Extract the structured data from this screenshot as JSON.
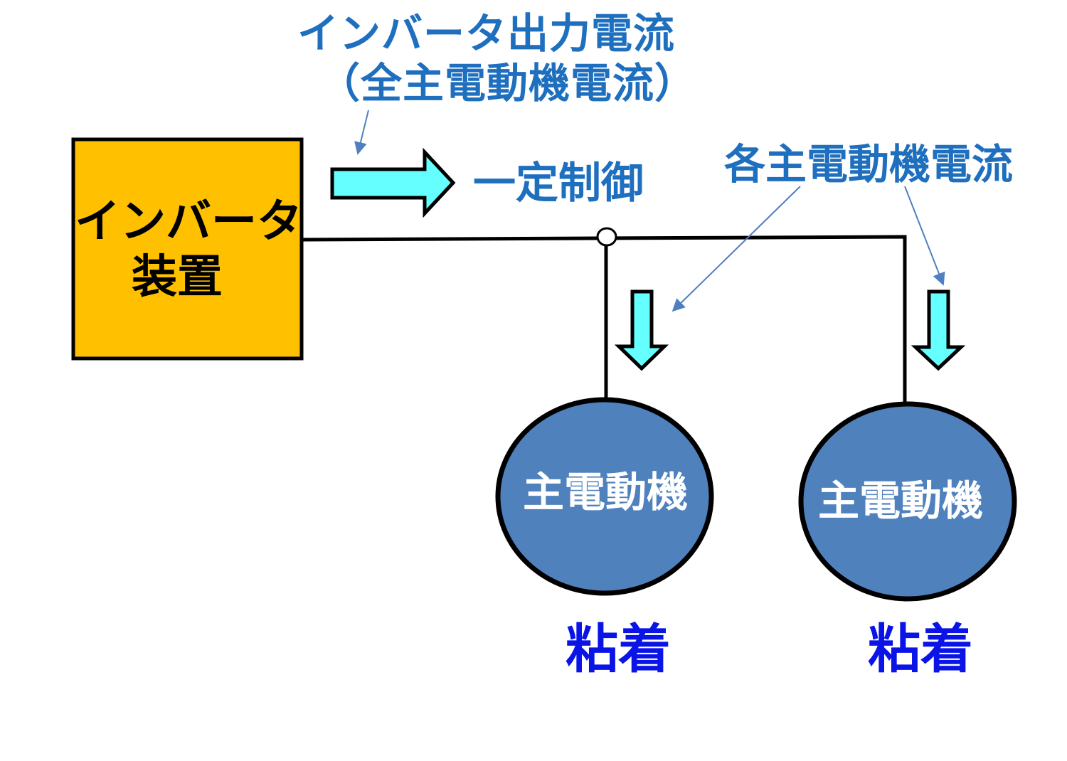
{
  "colors": {
    "inverter_fill": "#ffc000",
    "motor_fill": "#4f81bd",
    "arrow_fill": "#66ffff",
    "annotation_text": "#1f6fbf",
    "adhesion_text": "#0a14e6",
    "pointer_line": "#4f7fc0"
  },
  "labels": {
    "inverter_output_current": "インバータ出力電流",
    "all_motor_current": "（全主電動機電流）",
    "constant_control": "一定制御",
    "each_motor_current": "各主電動機電流"
  },
  "inverter": {
    "line1": "インバータ",
    "line2": "装置"
  },
  "motors": [
    {
      "label": "主電動機",
      "status": "粘着"
    },
    {
      "label": "主電動機",
      "status": "粘着"
    }
  ]
}
